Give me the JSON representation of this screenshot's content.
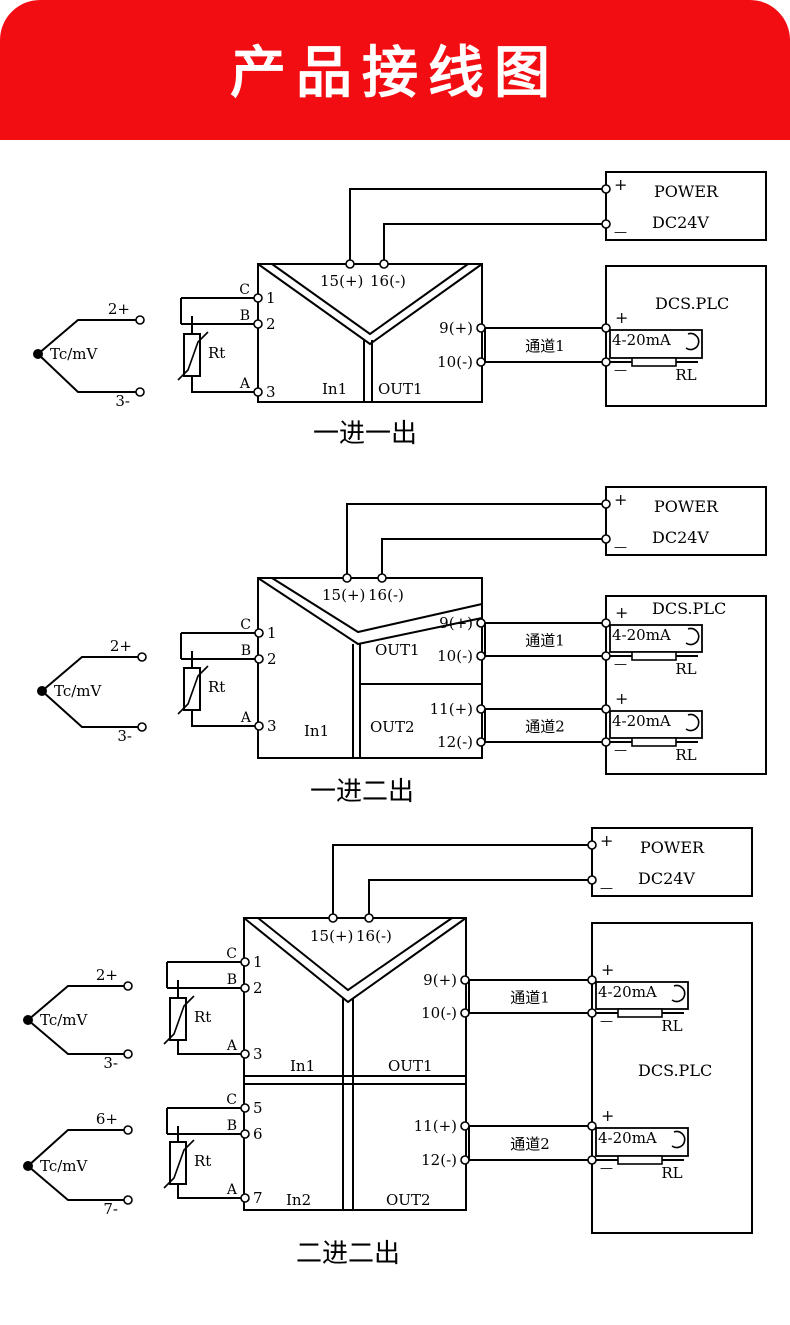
{
  "page": {
    "title": "产品接线图"
  },
  "colors": {
    "banner": "#f20d12",
    "line": "#000000"
  },
  "diagrams": [
    {
      "caption": "一进一出",
      "power": {
        "plus": "+",
        "minus": "—",
        "name": "POWER",
        "voltage": "DC24V"
      },
      "power_terminals": [
        "15(+)",
        "16(-)"
      ],
      "dcs_title": "DCS.PLC",
      "inputs": [
        {
          "sensor": "Tc/mV",
          "plus": "2+",
          "minus": "3-",
          "rt": "Rt",
          "pins": [
            {
              "letter": "C",
              "num": "1"
            },
            {
              "letter": "B",
              "num": "2"
            },
            {
              "letter": "A",
              "num": "3"
            }
          ],
          "section": "In1"
        }
      ],
      "outputs": [
        {
          "section": "OUT1",
          "pos": "9(+)",
          "neg": "10(-)",
          "channel": "通道1",
          "signal": "4-20mA",
          "load": "RL",
          "plus": "+",
          "minus": "—"
        }
      ]
    },
    {
      "caption": "一进二出",
      "power": {
        "plus": "+",
        "minus": "—",
        "name": "POWER",
        "voltage": "DC24V"
      },
      "power_terminals": [
        "15(+)",
        "16(-)"
      ],
      "dcs_title": "DCS.PLC",
      "inputs": [
        {
          "sensor": "Tc/mV",
          "plus": "2+",
          "minus": "3-",
          "rt": "Rt",
          "pins": [
            {
              "letter": "C",
              "num": "1"
            },
            {
              "letter": "B",
              "num": "2"
            },
            {
              "letter": "A",
              "num": "3"
            }
          ],
          "section": "In1"
        }
      ],
      "outputs": [
        {
          "section": "OUT1",
          "pos": "9(+)",
          "neg": "10(-)",
          "channel": "通道1",
          "signal": "4-20mA",
          "load": "RL",
          "plus": "+",
          "minus": "—"
        },
        {
          "section": "OUT2",
          "pos": "11(+)",
          "neg": "12(-)",
          "channel": "通道2",
          "signal": "4-20mA",
          "load": "RL",
          "plus": "+",
          "minus": "—"
        }
      ]
    },
    {
      "caption": "二进二出",
      "power": {
        "plus": "+",
        "minus": "—",
        "name": "POWER",
        "voltage": "DC24V"
      },
      "power_terminals": [
        "15(+)",
        "16(-)"
      ],
      "dcs_title": "DCS.PLC",
      "inputs": [
        {
          "sensor": "Tc/mV",
          "plus": "2+",
          "minus": "3-",
          "rt": "Rt",
          "pins": [
            {
              "letter": "C",
              "num": "1"
            },
            {
              "letter": "B",
              "num": "2"
            },
            {
              "letter": "A",
              "num": "3"
            }
          ],
          "section": "In1"
        },
        {
          "sensor": "Tc/mV",
          "plus": "6+",
          "minus": "7-",
          "rt": "Rt",
          "pins": [
            {
              "letter": "C",
              "num": "5"
            },
            {
              "letter": "B",
              "num": "6"
            },
            {
              "letter": "A",
              "num": "7"
            }
          ],
          "section": "In2"
        }
      ],
      "outputs": [
        {
          "section": "OUT1",
          "pos": "9(+)",
          "neg": "10(-)",
          "channel": "通道1",
          "signal": "4-20mA",
          "load": "RL",
          "plus": "+",
          "minus": "—"
        },
        {
          "section": "OUT2",
          "pos": "11(+)",
          "neg": "12(-)",
          "channel": "通道2",
          "signal": "4-20mA",
          "load": "RL",
          "plus": "+",
          "minus": "—"
        }
      ]
    }
  ]
}
